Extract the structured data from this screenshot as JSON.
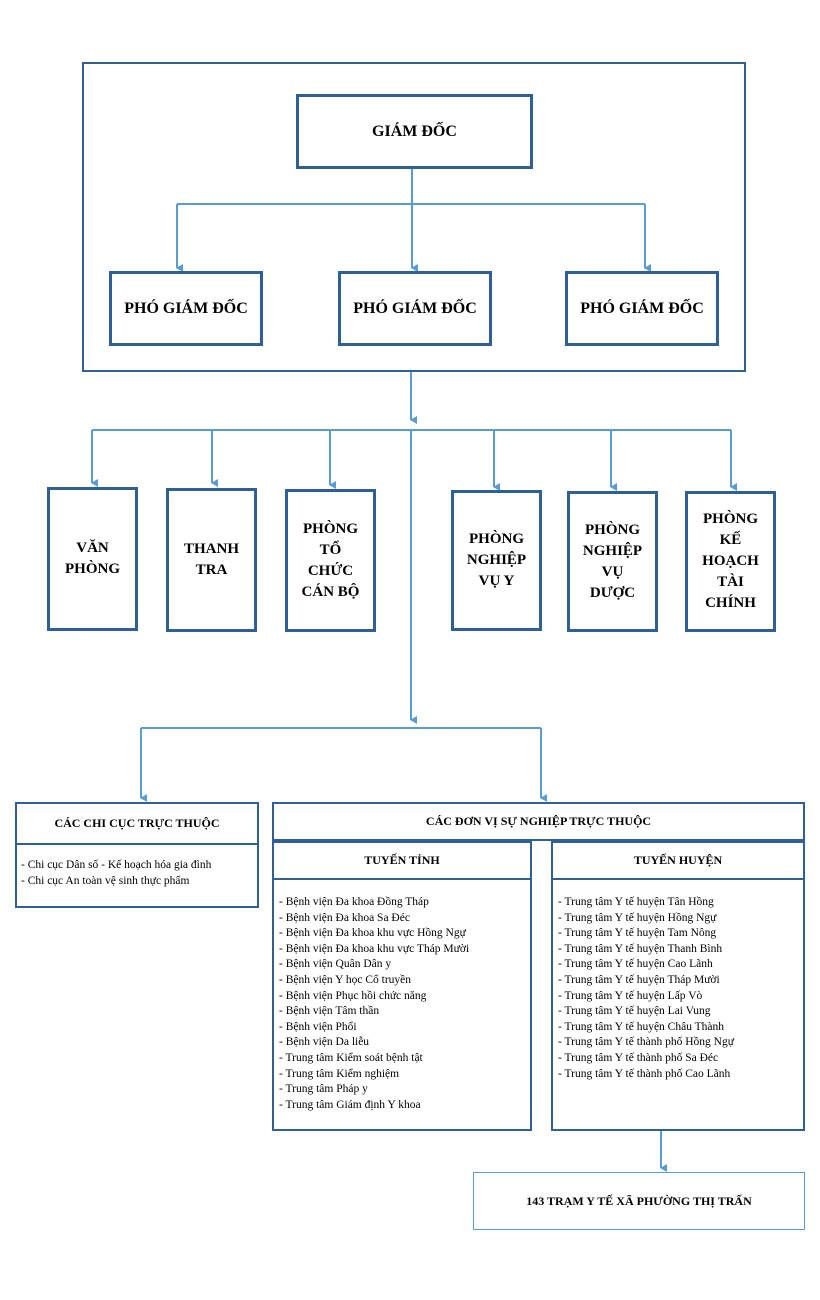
{
  "director": "GIÁM ĐỐC",
  "deputies": [
    "PHÓ GIÁM ĐỐC",
    "PHÓ GIÁM ĐỐC",
    "PHÓ GIÁM ĐỐC"
  ],
  "departments": [
    [
      "VĂN",
      "PHÒNG"
    ],
    [
      "THANH",
      "TRA"
    ],
    [
      "PHÒNG",
      "TỔ",
      "CHỨC",
      "CÁN BỘ"
    ],
    [
      "PHÒNG",
      "NGHIỆP",
      "VỤ Y"
    ],
    [
      "PHÒNG",
      "NGHIỆP",
      "VỤ",
      "DƯỢC"
    ],
    [
      "PHÒNG",
      "KẾ",
      "HOẠCH",
      "TÀI",
      "CHÍNH"
    ]
  ],
  "sub_departments": {
    "title": "CÁC CHI CỤC TRỰC THUỘC",
    "items": [
      "- Chi cục Dân số - Kế hoạch hóa gia đình",
      "- Chi cục An toàn vệ sinh thực phẩm"
    ]
  },
  "public_units": {
    "title": "CÁC ĐƠN VỊ SỰ NGHIỆP TRỰC THUỘC",
    "provincial": {
      "title": "TUYẾN TỈNH",
      "items": [
        "- Bệnh viện Đa khoa Đồng Tháp",
        "- Bệnh viện Đa khoa Sa Đéc",
        "- Bệnh viện Đa khoa khu vực Hồng Ngự",
        "- Bệnh viện Đa khoa khu vực Tháp Mười",
        "- Bệnh viện Quân Dân y",
        "- Bệnh viện Y học Cổ truyền",
        "- Bệnh viện Phục hồi chức năng",
        "- Bệnh viện Tâm thần",
        "- Bệnh viện Phổi",
        "- Bệnh viện Da liễu",
        "- Trung tâm Kiểm soát bệnh tật",
        "- Trung tâm Kiểm nghiệm",
        "- Trung tâm Pháp y",
        "- Trung tâm Giám định Y khoa"
      ]
    },
    "district": {
      "title": "TUYẾN HUYỆN",
      "items": [
        "- Trung tâm Y tế huyện Tân Hồng",
        "- Trung tâm Y tế huyện Hồng Ngự",
        "- Trung tâm Y tế huyện Tam Nông",
        "- Trung tâm Y tế huyện Thanh Bình",
        "- Trung tâm Y tế huyện Cao Lãnh",
        "- Trung tâm Y tế huyện Tháp Mười",
        "- Trung tâm Y tế huyện Lấp Vò",
        "- Trung tâm Y tế huyện Lai Vung",
        "- Trung tâm Y tế huyện Châu Thành",
        "- Trung tâm Y tế thành phố Hồng Ngự",
        "- Trung tâm Y tế thành phố Sa Đéc",
        "- Trung tâm Y tế thành phố Cao Lãnh"
      ]
    }
  },
  "stations": "143 TRẠM Y TẾ XÃ PHƯỜNG THỊ TRẤN",
  "colors": {
    "line": "#5b9bd5",
    "border": "#2e5f95"
  }
}
